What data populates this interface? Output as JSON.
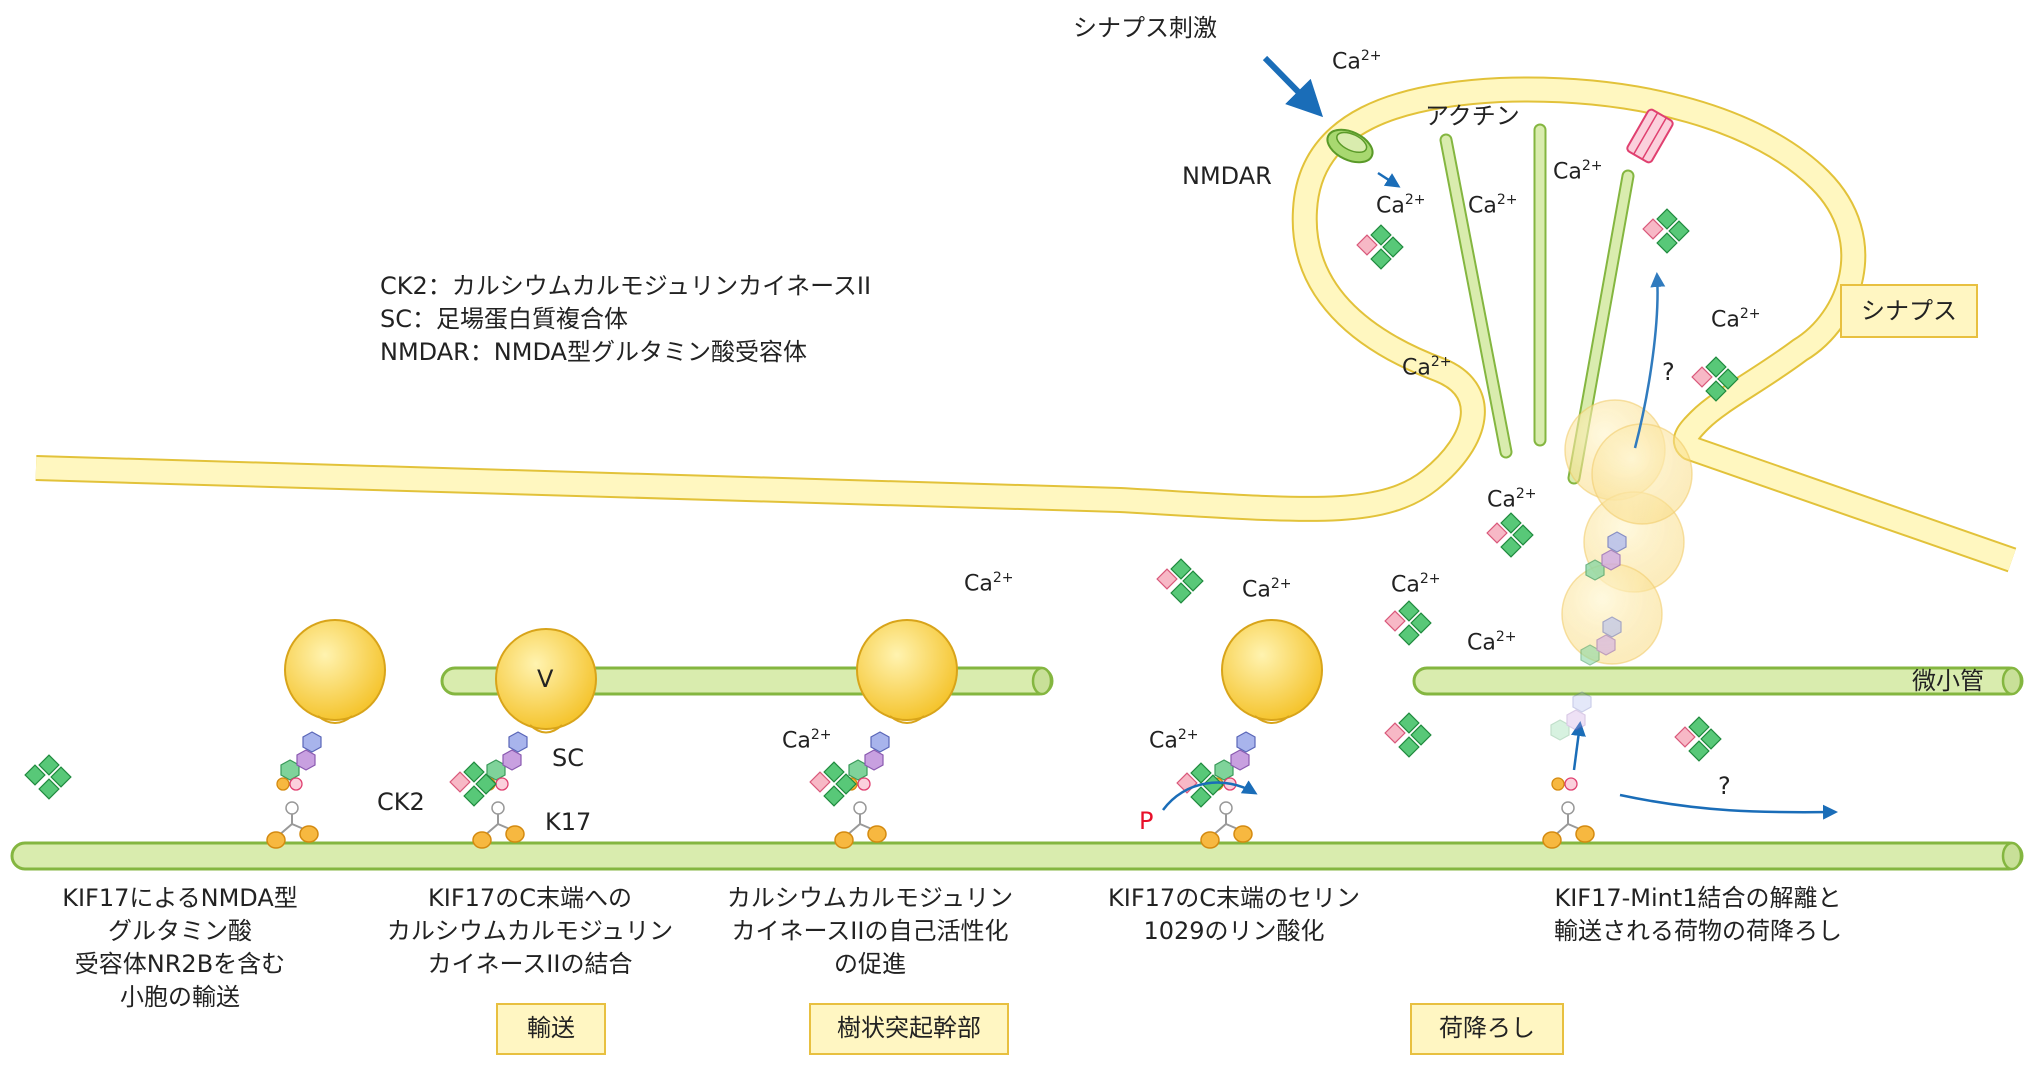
{
  "legend": [
    "CK2：カルシウムカルモジュリンカイネースII",
    "SC：足場蛋白質複合体",
    "NMDAR：NMDA型グルタミン酸受容体"
  ],
  "top_labels": {
    "stimulus": "シナプス刺激",
    "nmdar": "NMDAR",
    "actin": "アクチン",
    "microtubule": "微小管"
  },
  "component_labels": {
    "vesicle": "V",
    "sc": "SC",
    "ck2": "CK2",
    "k17": "K17",
    "phospho": "P",
    "question1": "?",
    "question2": "?"
  },
  "ion": {
    "base": "Ca",
    "charge": "2+"
  },
  "captions": [
    [
      "KIF17によるNMDA型",
      "グルタミン酸",
      "受容体NR2Bを含む",
      "小胞の輸送"
    ],
    [
      "KIF17のC末端への",
      "カルシウムカルモジュリン",
      "カイネースIIの結合"
    ],
    [
      "カルシウムカルモジュリン",
      "カイネースIIの自己活性化",
      "の促進"
    ],
    [
      "KIF17のC末端のセリン",
      "1029のリン酸化"
    ],
    [
      "KIF17-Mint1結合の解離と",
      "輸送される荷物の荷降ろし"
    ]
  ],
  "tags": {
    "synapse": "シナプス",
    "transport": "輸送",
    "dendrite": "樹状突起幹部",
    "unloading": "荷降ろし"
  },
  "colors": {
    "membrane_fill": "#fff7c0",
    "membrane_stroke": "#e2c23a",
    "microtubule_fill": "#d9ecae",
    "microtubule_stroke": "#84b640",
    "vesicle_fill": "#fbd55a",
    "arrow_blue": "#1a6db8",
    "ck2_green": "#3fbf66",
    "ck2_pink": "#f5a0b4",
    "hex_blue": "#a8b4ec",
    "hex_purple": "#c8a0e0",
    "hex_green": "#7fd39a"
  }
}
